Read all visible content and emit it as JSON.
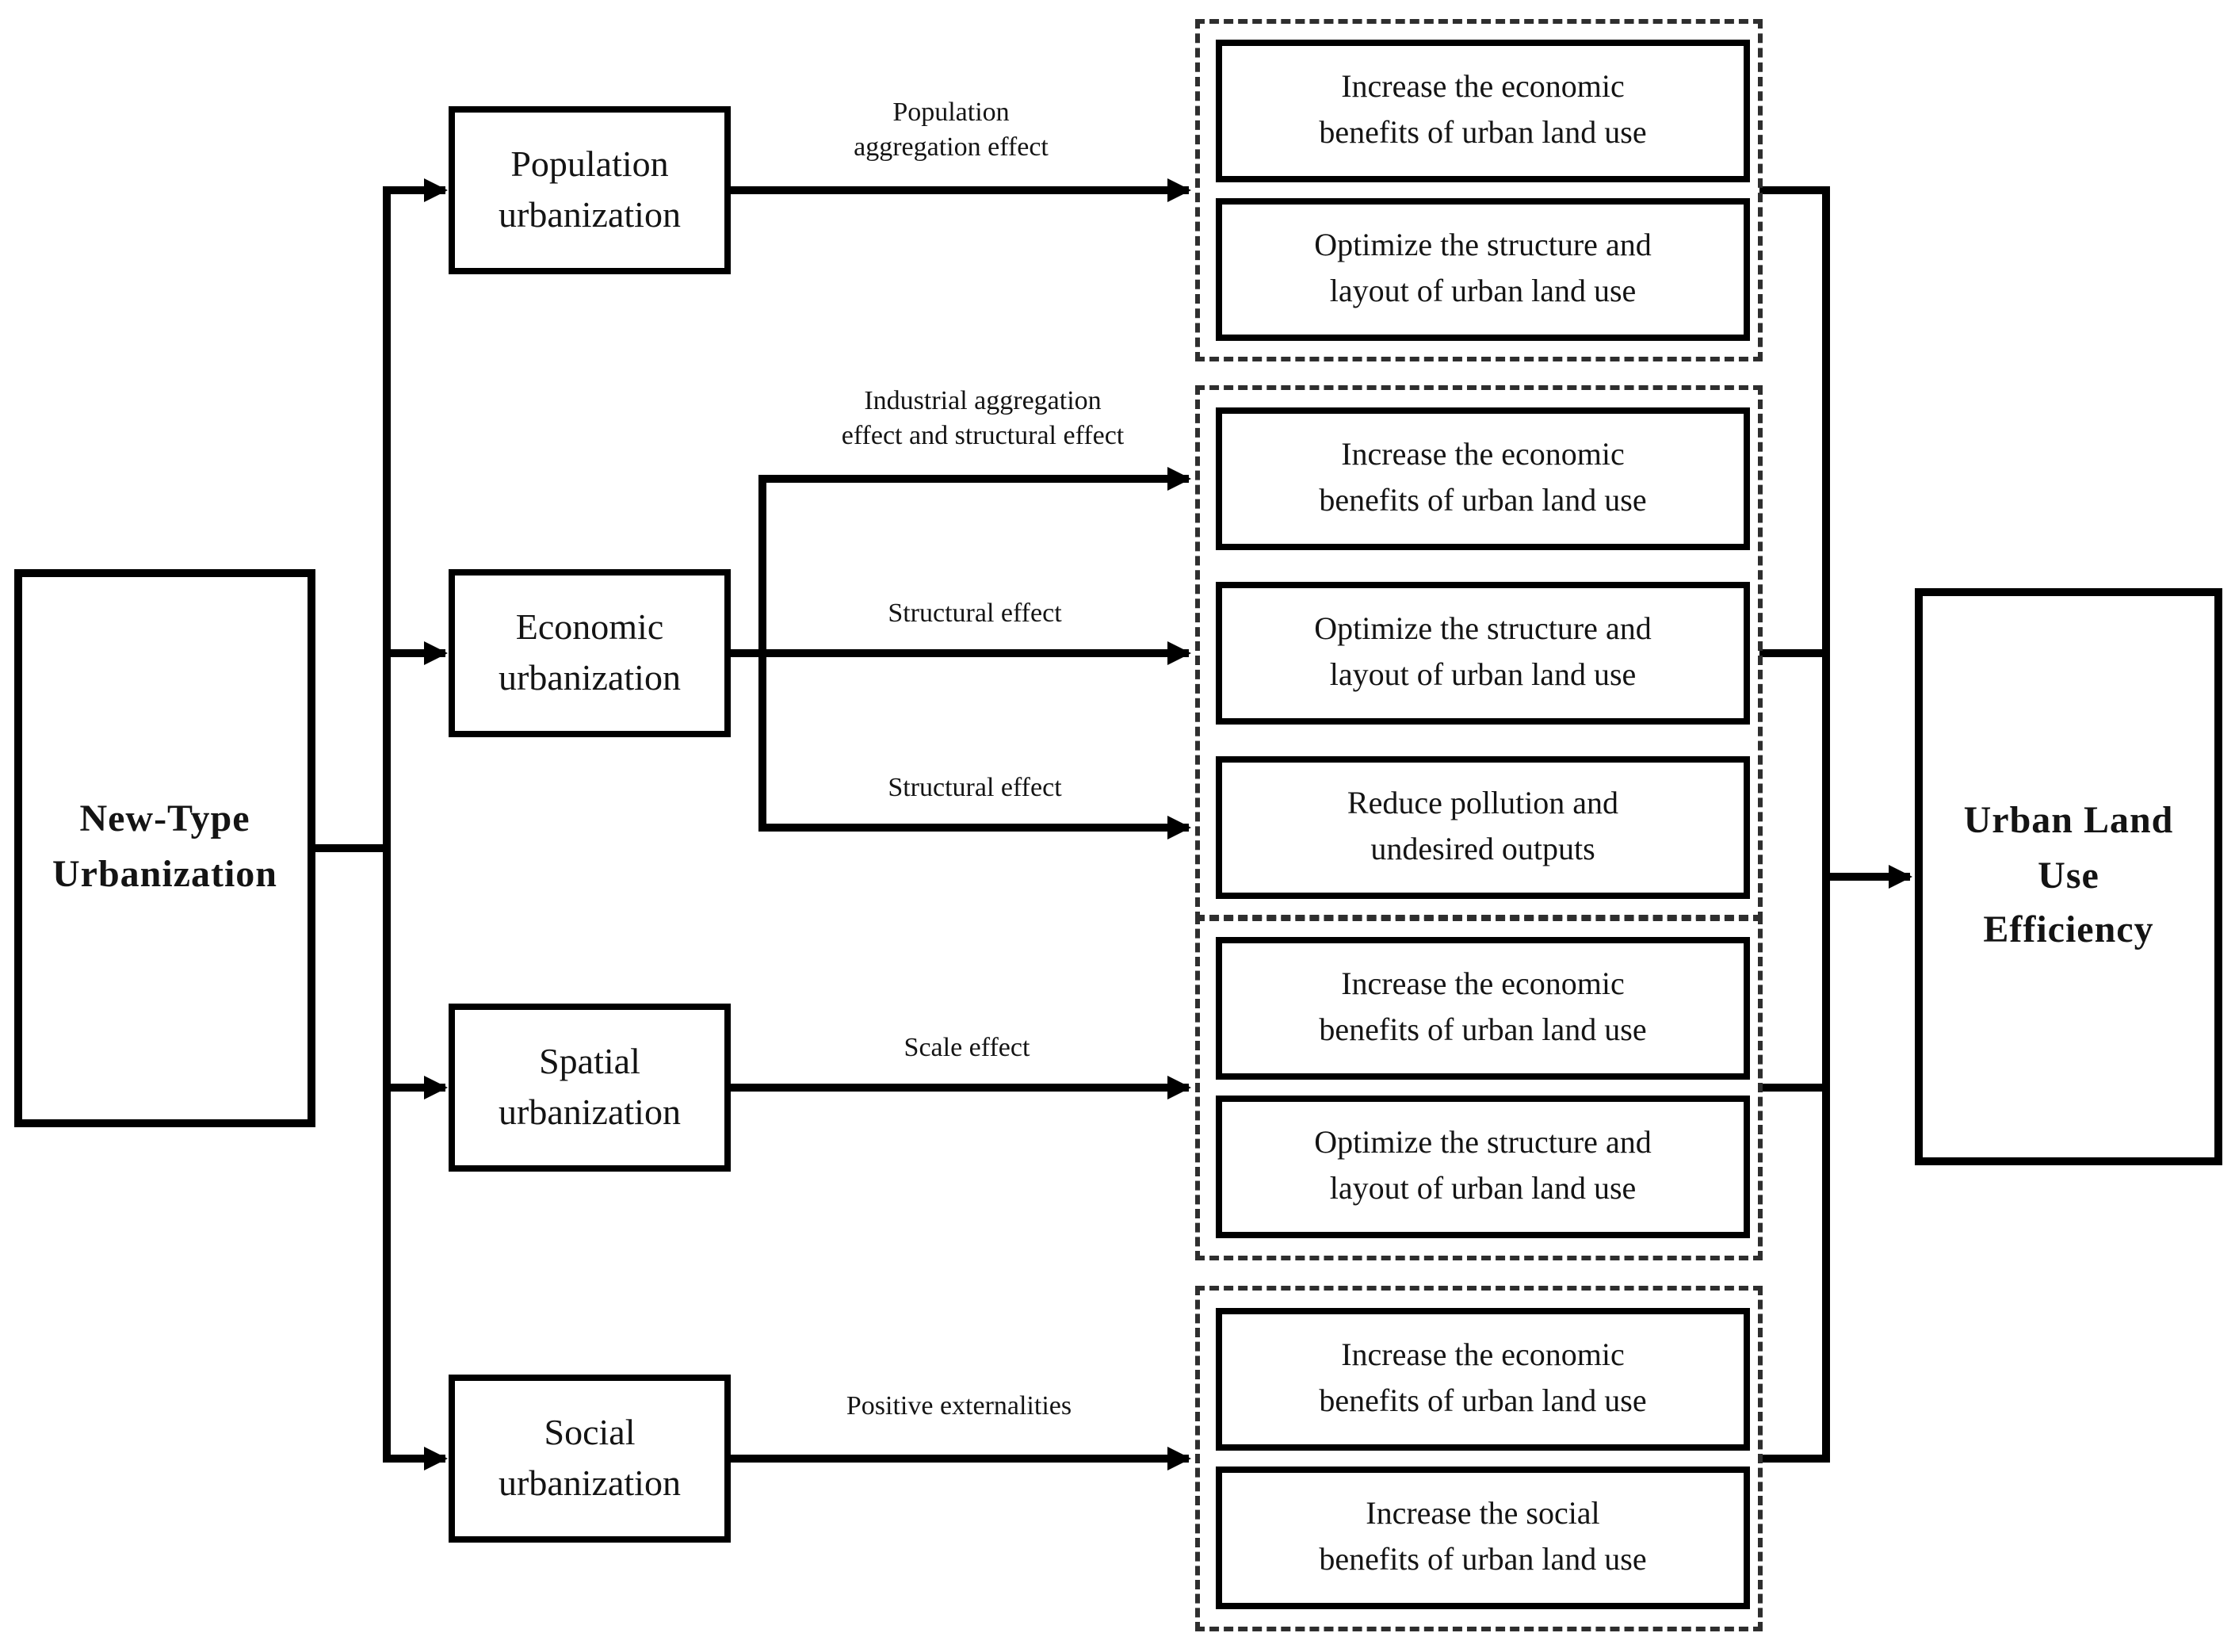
{
  "source_box": {
    "lines": [
      "New-Type",
      "Urbanization"
    ]
  },
  "left_boxes": [
    {
      "lines": [
        "Population",
        "urbanization"
      ]
    },
    {
      "lines": [
        "Economic",
        "urbanization"
      ]
    },
    {
      "lines": [
        "Spatial",
        "urbanization"
      ]
    },
    {
      "lines": [
        "Social",
        "urbanization"
      ]
    }
  ],
  "arrow_labels": [
    {
      "lines": [
        "Population",
        "aggregation effect"
      ]
    },
    {
      "lines": [
        "Industrial aggregation",
        "effect and structural effect"
      ]
    },
    {
      "lines": [
        "Structural effect"
      ]
    },
    {
      "lines": [
        "Structural effect"
      ]
    },
    {
      "lines": [
        "Scale effect"
      ]
    },
    {
      "lines": [
        "Positive externalities"
      ]
    }
  ],
  "groups": [
    {
      "boxes": [
        {
          "lines": [
            "Increase the economic",
            "benefits of urban land use"
          ]
        },
        {
          "lines": [
            "Optimize the structure and",
            "layout of urban land use"
          ]
        }
      ]
    },
    {
      "boxes": [
        {
          "lines": [
            "Increase the economic",
            "benefits of urban land use"
          ]
        },
        {
          "lines": [
            "Optimize the structure and",
            "layout of urban land use"
          ]
        },
        {
          "lines": [
            "Reduce pollution and",
            "undesired outputs"
          ]
        }
      ]
    },
    {
      "boxes": [
        {
          "lines": [
            "Increase the economic",
            "benefits of urban land use"
          ]
        },
        {
          "lines": [
            "Optimize the structure and",
            "layout of urban land use"
          ]
        }
      ]
    },
    {
      "boxes": [
        {
          "lines": [
            "Increase the economic",
            "benefits of urban land use"
          ]
        },
        {
          "lines": [
            "Increase the social",
            "benefits of urban land use"
          ]
        }
      ]
    }
  ],
  "outcome_box": {
    "lines": [
      "Urban Land",
      "Use",
      "Efficiency"
    ]
  },
  "colors": {
    "background": "#ffffff",
    "line": "#000000",
    "text": "#141414",
    "dashed": "#2e2e2e"
  }
}
